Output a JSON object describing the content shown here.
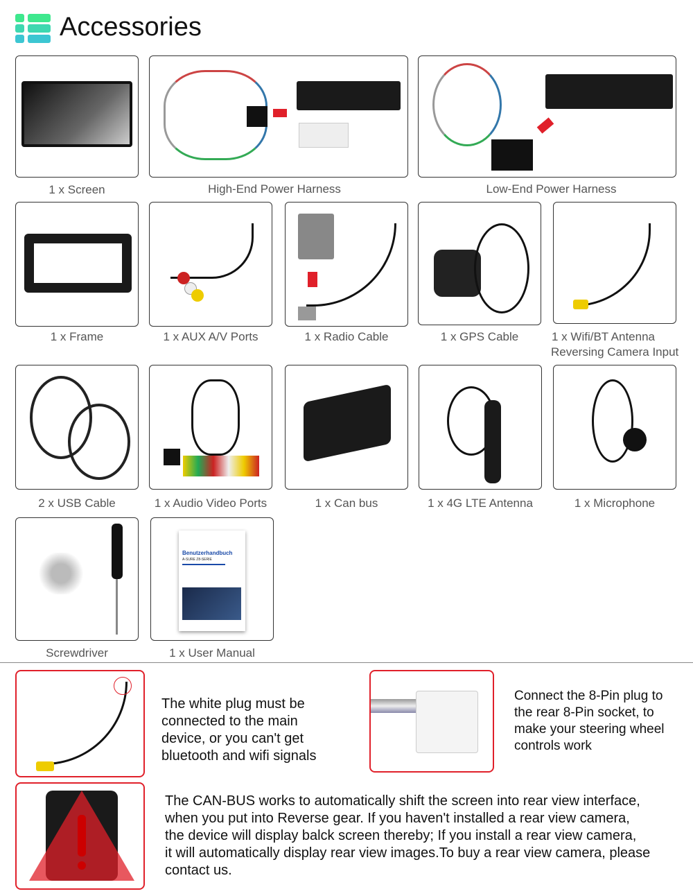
{
  "header": {
    "title": "Accessories",
    "colors": {
      "top": "#3ee88e",
      "bottom": "#3cc6d2"
    }
  },
  "items": [
    {
      "caption": "1 x Screen"
    },
    {
      "caption": "High-End Power Harness"
    },
    {
      "caption": "Low-End Power Harness"
    },
    {
      "caption": "1 x Frame"
    },
    {
      "caption": "1 x AUX A/V Ports"
    },
    {
      "caption": "1 x Radio Cable"
    },
    {
      "caption": "1 x GPS Cable"
    },
    {
      "caption": "1 x Wifi/BT Antenna",
      "caption2": "Reversing Camera Input"
    },
    {
      "caption": "2 x USB Cable"
    },
    {
      "caption": "1 x Audio Video Ports"
    },
    {
      "caption": "1 x Can bus"
    },
    {
      "caption": "1 x 4G LTE Antenna"
    },
    {
      "caption": "1 x Microphone"
    },
    {
      "caption": "Screwdriver"
    },
    {
      "caption": "1 x User Manual"
    }
  ],
  "manual": {
    "title": "Benutzerhandbuch",
    "subtitle": "A-SURE Z8-SERIE"
  },
  "notes": {
    "white_plug": [
      "The white plug must be",
      "connected to the main",
      "device, or you can't get",
      "bluetooth and wifi signals"
    ],
    "eight_pin": [
      "Connect the 8-Pin plug to",
      "the rear 8-Pin socket, to",
      "make your steering wheel",
      "controls work"
    ],
    "canbus": [
      "The CAN-BUS works to automatically shift the screen into rear view interface,",
      "when you put into Reverse gear. If you haven't installed a rear view camera,",
      "the device will display balck screen thereby; If you install a rear view camera,",
      "it will automatically display rear view images.To buy a rear view camera, please",
      "contact us."
    ]
  },
  "accent": "#e0202a"
}
